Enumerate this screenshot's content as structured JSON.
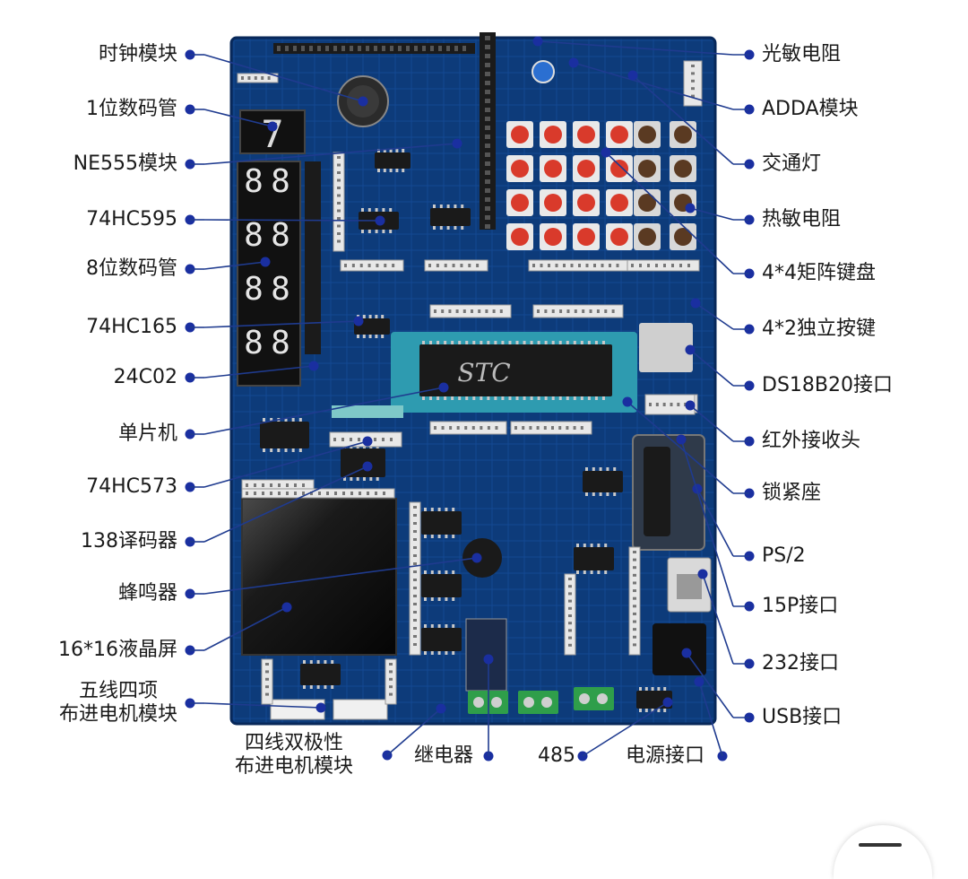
{
  "top_caption": "",
  "colors": {
    "board": "#0d3b7a",
    "board_dark": "#0a2e63",
    "line": "#1f3b8f",
    "dot": "#1a2fa0",
    "key_red": "#d93a2b",
    "key_brown": "#5a3a22",
    "lcd": "#111111",
    "socket": "#2e9bb0",
    "chip": "#1a1a1a",
    "header": "#e8e8e8",
    "terminal": "#2f9e4a"
  },
  "left_labels": [
    {
      "id": "clock",
      "text": "时钟模块"
    },
    {
      "id": "seg1",
      "text": "1位数码管"
    },
    {
      "id": "ne555",
      "text": "NE555模块"
    },
    {
      "id": "hc595",
      "text": "74HC595"
    },
    {
      "id": "seg8",
      "text": "8位数码管"
    },
    {
      "id": "hc165",
      "text": "74HC165"
    },
    {
      "id": "c02",
      "text": "24C02"
    },
    {
      "id": "mcu",
      "text": "单片机"
    },
    {
      "id": "hc573",
      "text": "74HC573"
    },
    {
      "id": "dec138",
      "text": "138译码器"
    },
    {
      "id": "buzzer",
      "text": "蜂鸣器"
    },
    {
      "id": "lcd",
      "text": "16*16液晶屏"
    },
    {
      "id": "stepper5",
      "text": "五线四项\n布进电机模块"
    }
  ],
  "right_labels": [
    {
      "id": "ldr",
      "text": "光敏电阻"
    },
    {
      "id": "adda",
      "text": "ADDA模块"
    },
    {
      "id": "traffic",
      "text": "交通灯"
    },
    {
      "id": "ntc",
      "text": "热敏电阻"
    },
    {
      "id": "matrix",
      "text": "4*4矩阵键盘"
    },
    {
      "id": "keys",
      "text": "4*2独立按键"
    },
    {
      "id": "ds18b20",
      "text": "DS18B20接口"
    },
    {
      "id": "ir",
      "text": "红外接收头"
    },
    {
      "id": "lock",
      "text": "锁紧座"
    },
    {
      "id": "ps2",
      "text": "PS/2"
    },
    {
      "id": "p15",
      "text": "15P接口"
    },
    {
      "id": "rs232",
      "text": "232接口"
    },
    {
      "id": "usb",
      "text": "USB接口"
    }
  ],
  "bottom_labels": [
    {
      "id": "stepper4",
      "text": "四线双极性\n布进电机模块"
    },
    {
      "id": "relay",
      "text": "继电器"
    },
    {
      "id": "rs485",
      "text": "485"
    },
    {
      "id": "power",
      "text": "电源接口"
    }
  ],
  "chip_text": {
    "brand": "STC"
  },
  "seg_digits": [
    "8",
    "8",
    "8",
    "8",
    "8",
    "8",
    "8",
    "8"
  ],
  "seg1_digit": "7"
}
